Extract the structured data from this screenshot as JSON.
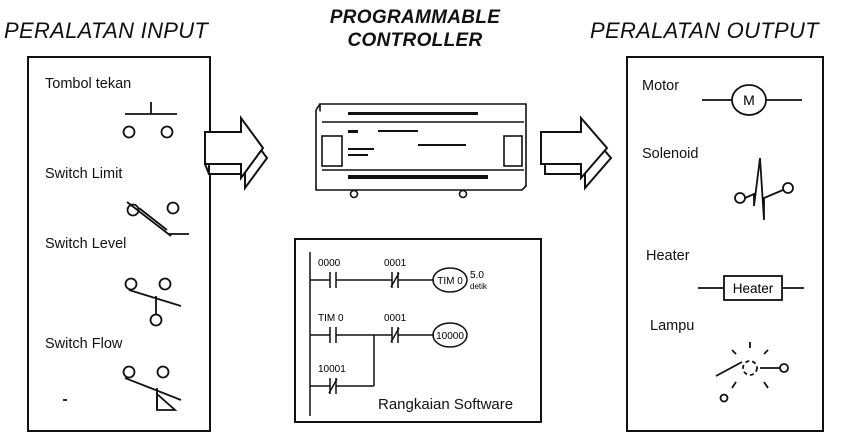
{
  "titles": {
    "input": "PERALATAN INPUT",
    "controller_line1": "PROGRAMMABLE",
    "controller_line2": "CONTROLLER",
    "output": "PERALATAN OUTPUT"
  },
  "input_devices": [
    {
      "label": "Tombol tekan"
    },
    {
      "label": "Switch Limit"
    },
    {
      "label": "Switch Level"
    },
    {
      "label": "Switch Flow"
    }
  ],
  "output_devices": [
    {
      "label": "Motor",
      "symbol": "M"
    },
    {
      "label": "Solenoid"
    },
    {
      "label": "Heater",
      "symbol": "Heater"
    },
    {
      "label": "Lampu"
    }
  ],
  "ladder": {
    "caption": "Rangkaian Software",
    "rung1": {
      "contact_a": "0000",
      "contact_b": "0001",
      "coil": "TIM 0",
      "preset": "5.0",
      "preset_unit": "detik"
    },
    "rung2": {
      "contact_a": "TIM 0",
      "contact_b": "0001",
      "coil": "10000",
      "branch": "10001"
    }
  }
}
